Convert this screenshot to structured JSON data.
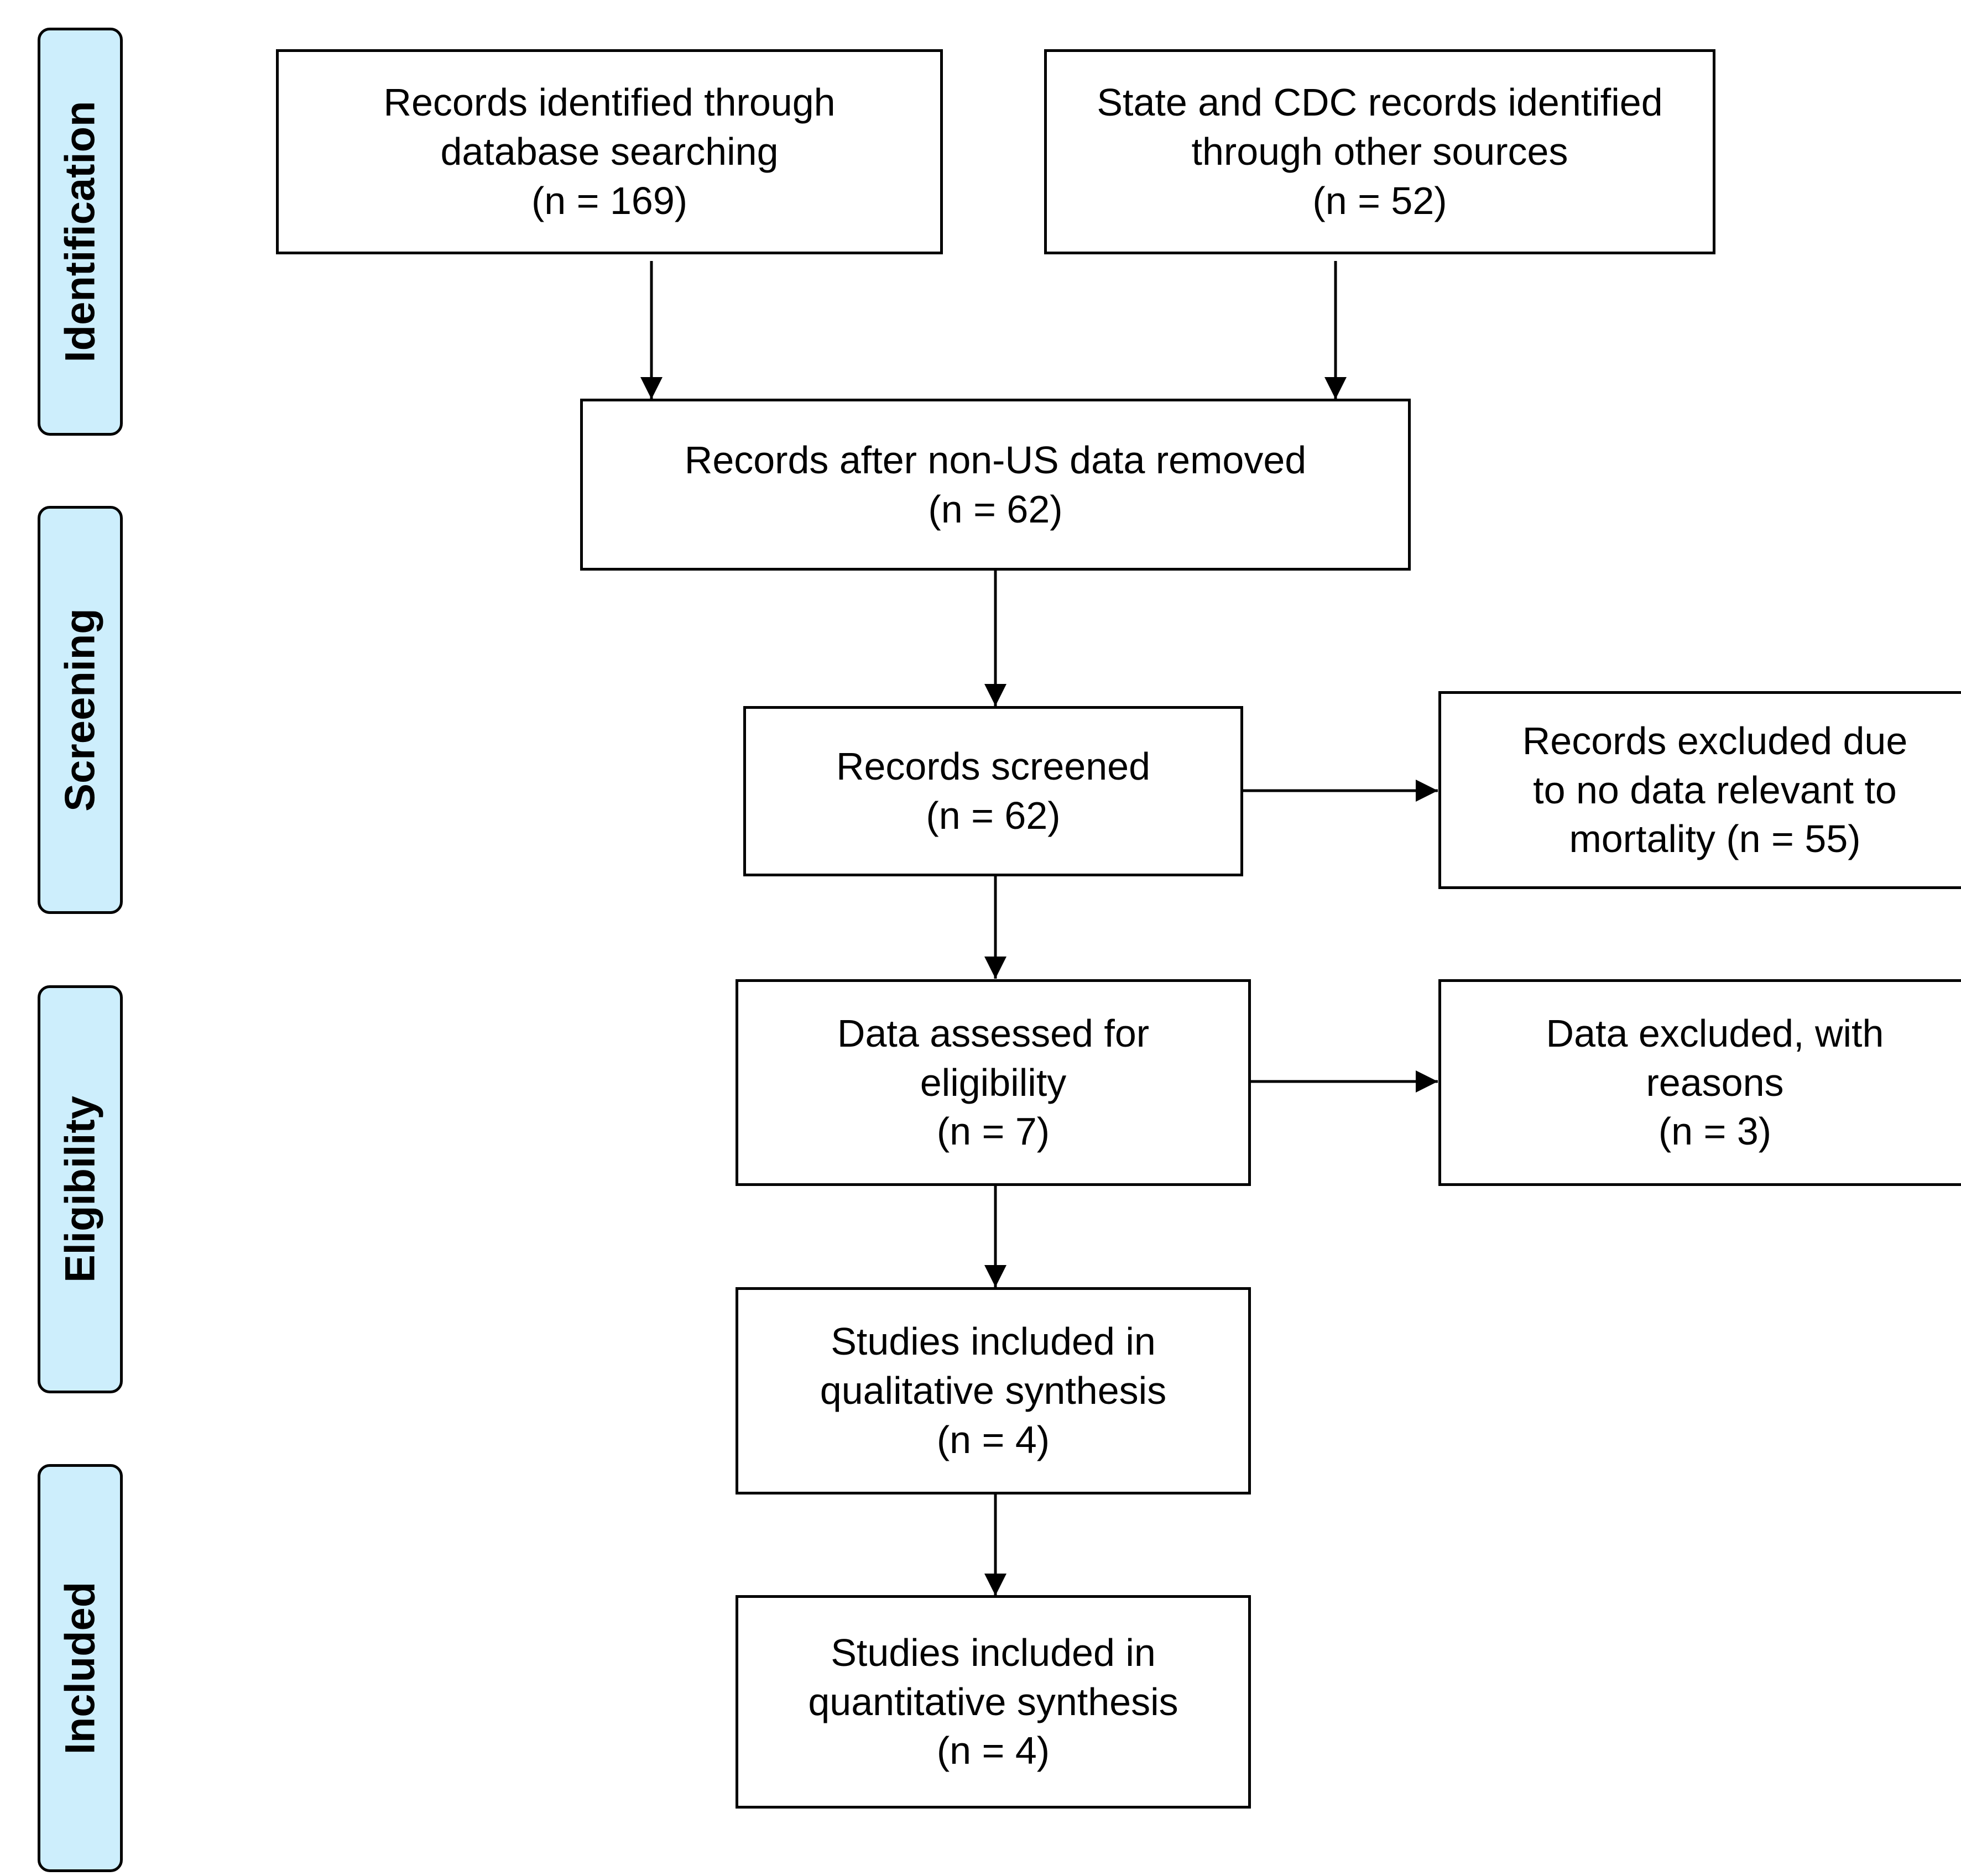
{
  "theme": {
    "stage_fill": "#cdeefc",
    "stroke": "#000000",
    "box_fill": "#ffffff",
    "text": "#000000"
  },
  "stages": {
    "identification": "Identification",
    "screening": "Screening",
    "eligibility": "Eligibility",
    "included": "Included"
  },
  "boxes": {
    "database_records": {
      "lines": [
        "Records identified through",
        "database searching",
        "(n = 169)"
      ]
    },
    "other_sources": {
      "lines": [
        "State and CDC records identified",
        "through other sources",
        "(n = 52)"
      ]
    },
    "non_us_removed": {
      "lines": [
        "Records after non-US data removed",
        "(n = 62)"
      ]
    },
    "screened": {
      "lines": [
        "Records screened",
        "(n = 62)"
      ]
    },
    "screen_excluded": {
      "lines": [
        "Records excluded due",
        "to no data relevant to",
        "mortality (n = 55)"
      ]
    },
    "eligibility_assessed": {
      "lines": [
        "Data assessed for",
        "eligibility",
        "(n = 7)"
      ]
    },
    "eligibility_excluded": {
      "lines": [
        "Data excluded, with",
        "reasons",
        "(n = 3)"
      ]
    },
    "qualitative": {
      "lines": [
        "Studies included in",
        "qualitative synthesis",
        "(n = 4)"
      ]
    },
    "quantitative": {
      "lines": [
        "Studies included in",
        "quantitative synthesis",
        "(n = 4)"
      ]
    }
  }
}
